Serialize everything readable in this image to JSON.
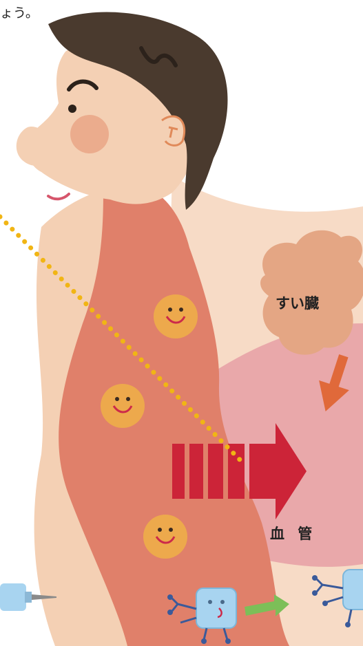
{
  "caption": "ょう。",
  "labels": {
    "organ": "すい臓",
    "vessel": "血 管"
  },
  "colors": {
    "skin": "#f4d0b4",
    "hair": "#4a3a2e",
    "esophagus": "#e0806a",
    "stomach": "#e6a1a3",
    "pancreas": "#e4a684",
    "arrow_red": "#cc2438",
    "arrow_orange": "#e0693a",
    "arrow_green": "#7cbf58",
    "dots": "#f1b514",
    "smiley": "#eda94c",
    "robot": "#a8d4f0"
  }
}
